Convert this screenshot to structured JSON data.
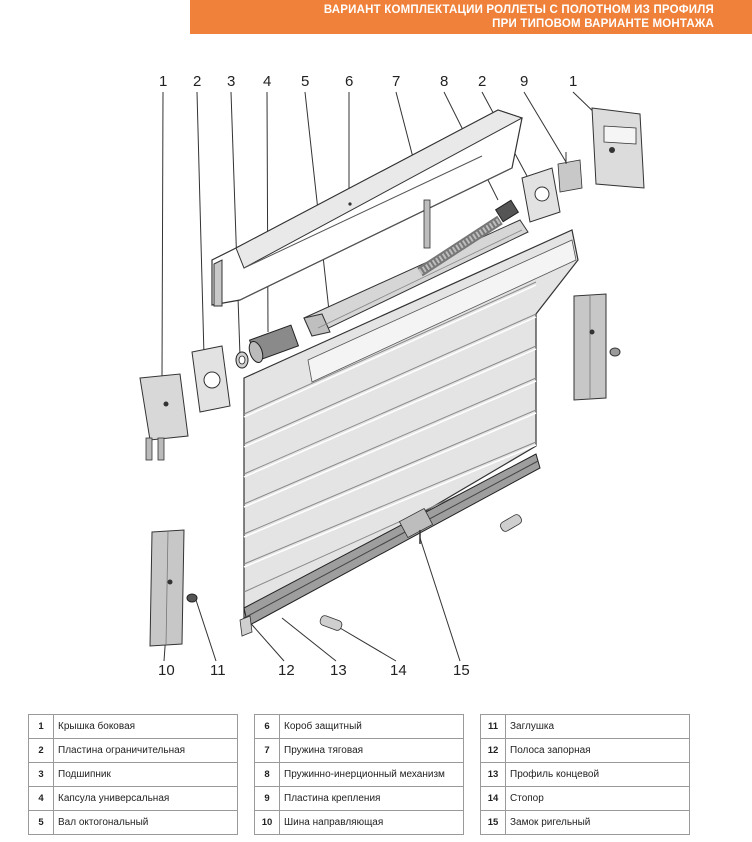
{
  "header": {
    "line1": "ВАРИАНТ КОМПЛЕКТАЦИИ РОЛЛЕТЫ С ПОЛОТНОМ ИЗ ПРОФИЛЯ",
    "line2": "ПРИ ТИПОВОМ ВАРИАНТЕ МОНТАЖА",
    "bg_color": "#f0813a"
  },
  "callouts_top": [
    "1",
    "2",
    "3",
    "4",
    "5",
    "6",
    "7",
    "8",
    "2",
    "9",
    "1"
  ],
  "callouts_bottom": [
    "10",
    "11",
    "12",
    "13",
    "14",
    "15"
  ],
  "legend": [
    [
      {
        "num": "1",
        "label": "Крышка боковая"
      },
      {
        "num": "2",
        "label": "Пластина ограничительная"
      },
      {
        "num": "3",
        "label": "Подшипник"
      },
      {
        "num": "4",
        "label": "Капсула универсальная"
      },
      {
        "num": "5",
        "label": "Вал октогональный"
      }
    ],
    [
      {
        "num": "6",
        "label": "Короб защитный"
      },
      {
        "num": "7",
        "label": "Пружина тяговая"
      },
      {
        "num": "8",
        "label": "Пружинно-инерционный механизм"
      },
      {
        "num": "9",
        "label": "Пластина крепления"
      },
      {
        "num": "10",
        "label": "Шина направляющая"
      }
    ],
    [
      {
        "num": "11",
        "label": "Заглушка"
      },
      {
        "num": "12",
        "label": "Полоса запорная"
      },
      {
        "num": "13",
        "label": "Профиль концевой"
      },
      {
        "num": "14",
        "label": "Стопор"
      },
      {
        "num": "15",
        "label": "Замок ригельный"
      }
    ]
  ]
}
